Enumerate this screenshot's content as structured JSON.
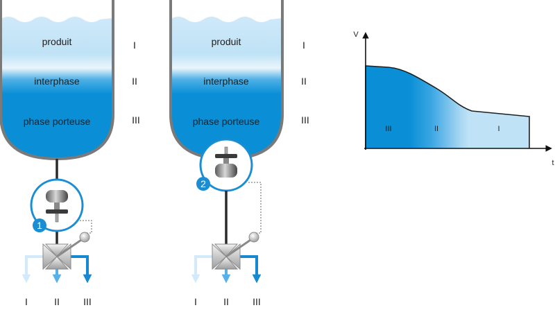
{
  "tanks": [
    {
      "layers": [
        "produit",
        "interphase",
        "phase porteuse"
      ],
      "layer_numerals": [
        "I",
        "II",
        "III"
      ],
      "badge": "1",
      "outlets": [
        "I",
        "II",
        "III"
      ]
    },
    {
      "layers": [
        "produit",
        "interphase",
        "phase porteuse"
      ],
      "layer_numerals": [
        "I",
        "II",
        "III"
      ],
      "badge": "2",
      "outlets": [
        "I",
        "II",
        "III"
      ]
    }
  ],
  "chart": {
    "y_axis_label": "V",
    "x_axis_label": "t",
    "region_labels": [
      "III",
      "II",
      "I"
    ]
  },
  "colors": {
    "carrier_phase": "#0a8fd6",
    "product_phase": "#bde0f6",
    "outlet_III": "#1789d0",
    "outlet_II": "#56b1ea",
    "outlet_I": "#d3eafa",
    "tank_wall": "#7a7a7a",
    "badge": "#1a8dd3"
  }
}
